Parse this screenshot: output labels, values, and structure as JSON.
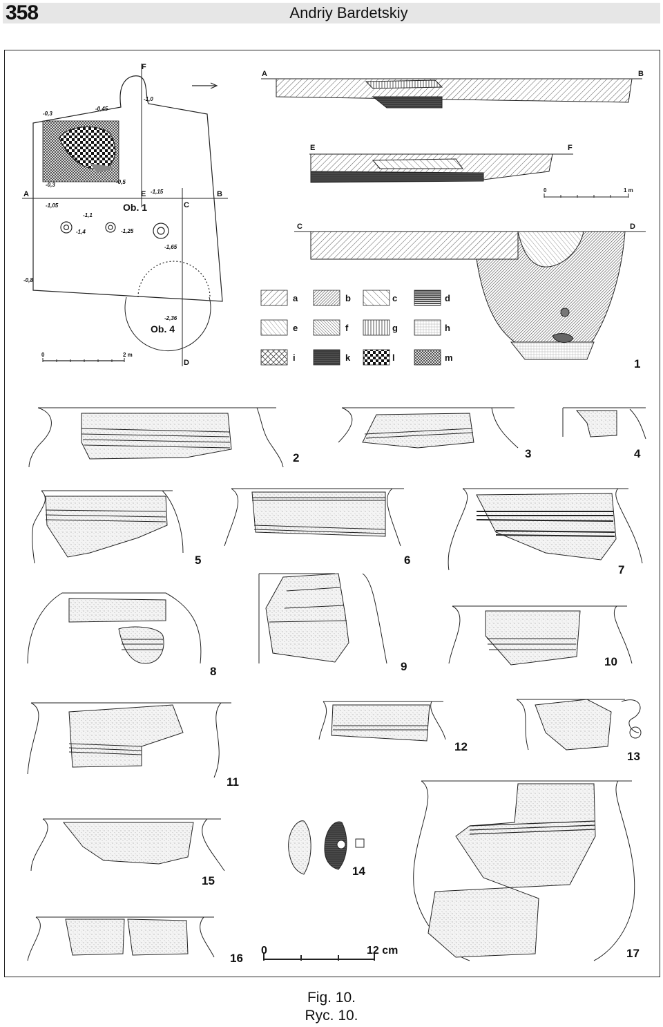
{
  "header": {
    "page_number": "358",
    "author": "Andriy Bardetskiy"
  },
  "plan": {
    "labels": {
      "A": "A",
      "B": "B",
      "C": "C",
      "D": "D",
      "E": "E",
      "F": "F"
    },
    "features": {
      "ob1": "Ob. 1",
      "ob4": "Ob. 4"
    },
    "depths": {
      "d1": "-1,0",
      "d2": "-0,45",
      "d3": "-0,3",
      "d4": "-0,3",
      "d5": "-0,5",
      "d6": "-1,15",
      "d7": "-1,05",
      "d8": "-1,1",
      "d9": "-1,4",
      "d10": "-1,25",
      "d11": "-1,65",
      "d12": "-0,8",
      "d13": "-2,36"
    },
    "scale": {
      "start": "0",
      "end": "2 m"
    }
  },
  "sections": {
    "ab": {
      "left": "A",
      "right": "B"
    },
    "ef": {
      "left": "E",
      "right": "F"
    },
    "cd": {
      "left": "C",
      "right": "D"
    },
    "scale": {
      "start": "0",
      "end": "1 m"
    }
  },
  "legend": [
    "a",
    "b",
    "c",
    "d",
    "e",
    "f",
    "g",
    "h",
    "i",
    "k",
    "l",
    "m"
  ],
  "numbers": [
    "1",
    "2",
    "3",
    "4",
    "5",
    "6",
    "7",
    "8",
    "9",
    "10",
    "11",
    "12",
    "13",
    "14",
    "15",
    "16",
    "17"
  ],
  "pottery_scale": {
    "start": "0",
    "end": "12 cm"
  },
  "captions": {
    "en": "Fig. 10.",
    "pl": "Ryc. 10."
  }
}
